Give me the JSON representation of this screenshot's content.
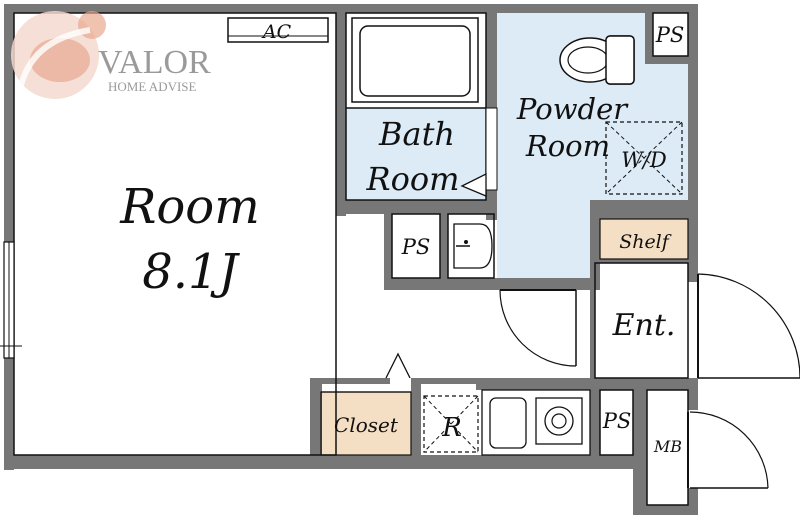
{
  "brand": {
    "name": "VALOR",
    "tagline": "HOME ADVISE"
  },
  "rooms": {
    "main_line1": "Room",
    "main_line2": "8.1J",
    "bath_line1": "Bath",
    "bath_line2": "Room",
    "powder_line1": "Powder",
    "powder_line2": "Room",
    "entrance": "Ent."
  },
  "fixtures": {
    "ac": "AC",
    "ps_top": "PS",
    "ps_mid": "PS",
    "ps_bottom": "PS",
    "washer": "W/D",
    "shelf": "Shelf",
    "closet": "Closet",
    "fridge": "R",
    "meter_box": "MB"
  },
  "colors": {
    "wall": "#777777",
    "wet_area": "#dcebf6",
    "storage": "#f5dfc4",
    "line": "#111111"
  }
}
